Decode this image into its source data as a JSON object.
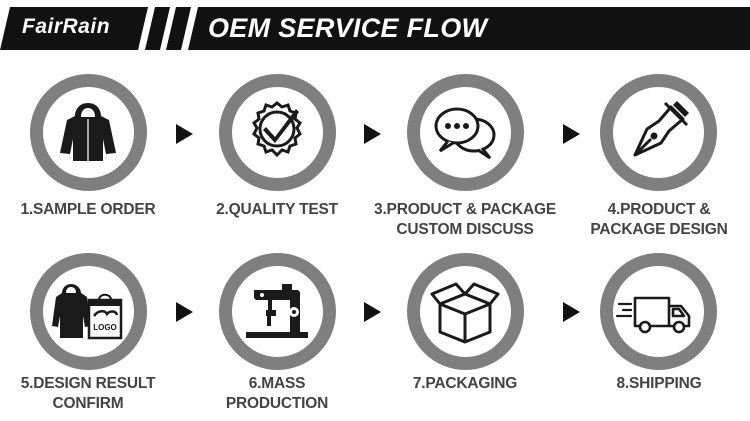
{
  "header": {
    "brand": "FairRain",
    "title": "OEM SERVICE FLOW"
  },
  "steps": [
    {
      "label_line1": "1.SAMPLE ORDER",
      "label_line2": "",
      "icon": "raincoat-icon"
    },
    {
      "label_line1": "2.QUALITY TEST",
      "label_line2": "",
      "icon": "quality-check-icon"
    },
    {
      "label_line1": "3.PRODUCT & PACKAGE",
      "label_line2": "CUSTOM DISCUSS",
      "icon": "chat-bubbles-icon"
    },
    {
      "label_line1": "4.PRODUCT &",
      "label_line2": "PACKAGE DESIGN",
      "icon": "pen-nib-icon"
    },
    {
      "label_line1": "5.DESIGN RESULT",
      "label_line2": "CONFIRM",
      "icon": "raincoat-logo-bag-icon",
      "icon_text": "LOGO"
    },
    {
      "label_line1": "6.MASS",
      "label_line2": "PRODUCTION",
      "icon": "sewing-machine-icon"
    },
    {
      "label_line1": "7.PACKAGING",
      "label_line2": "",
      "icon": "open-box-icon"
    },
    {
      "label_line1": "8.SHIPPING",
      "label_line2": "",
      "icon": "delivery-truck-icon"
    }
  ],
  "colors": {
    "banner": "#111111",
    "ring": "#7f7f7f",
    "icon": "#1a1a1a",
    "label": "#444444"
  }
}
